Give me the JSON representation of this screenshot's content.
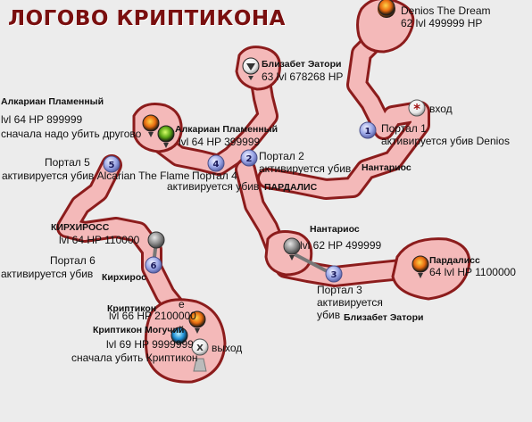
{
  "title": "ЛОГОВО КРИПТИКОНА",
  "colors": {
    "title": "#7a0f0f",
    "path_fill": "#f4b9b9",
    "path_edge": "#8c1c1c",
    "portal": "#9aa6e6"
  },
  "portals": [
    "1",
    "2",
    "3",
    "4",
    "5",
    "6"
  ],
  "markers": {
    "entrance": "*",
    "exit": "X"
  },
  "labels": {
    "denios_1": "Denios The Dream",
    "denios_2": "62 lvl 499999 HP",
    "elizabeth_1": "Близабет Эатори",
    "elizabeth_2": "63 lvl 678268 HP",
    "alk_left_name": "Алкариан Пламенный",
    "alk_left_stats": "lvl 64 HP 899999",
    "alk_left_note": "сначала надо убить другово",
    "alk_right_name": "Алкариан Пламенный",
    "alk_right_stats": "lvl 64 HP 399999",
    "entrance": "вход",
    "portal1_1": "Портал 1",
    "portal1_2": "активируется убив Denios",
    "portal2_1": "Портал 2",
    "portal2_2": "активируется убив",
    "nantarios_small": "Нантариос",
    "pardalis_small": "ПАРДАЛИС",
    "portal5_1": "Портал 5",
    "portal5_2": "активируется убив Alcarian The Flame",
    "portal4_1": "Портал 4",
    "portal4_2": "активируется убив",
    "nantarios_name": "Нантариос",
    "nantarios_stats": "lvl 62 HP 499999",
    "kirk_name": "КИРХИРОСС",
    "kirk_stats": "lvl 64 HP 110000",
    "portal6_1": "Портал 6",
    "portal6_2": "активируется убив",
    "kirk_small": "Кирхирос",
    "pardaliss_name": "Пардалисс",
    "pardaliss_stats": "64 lvl HP 1100000",
    "portal3_1": "Портал 3",
    "portal3_2": "активируется",
    "portal3_3": "убив",
    "elizabeth_small": "Близабет Эатори",
    "kript_name": "Криптикон",
    "kript_e": "е",
    "kript_stats": "lvl 66 HP 2100000",
    "kript_mog_name": "Криптикон Могучий",
    "kript_mog_stats": "lvl 69 HP 9999999",
    "kript_mog_note": "сначала убить Криптикон",
    "exit": "выход"
  }
}
